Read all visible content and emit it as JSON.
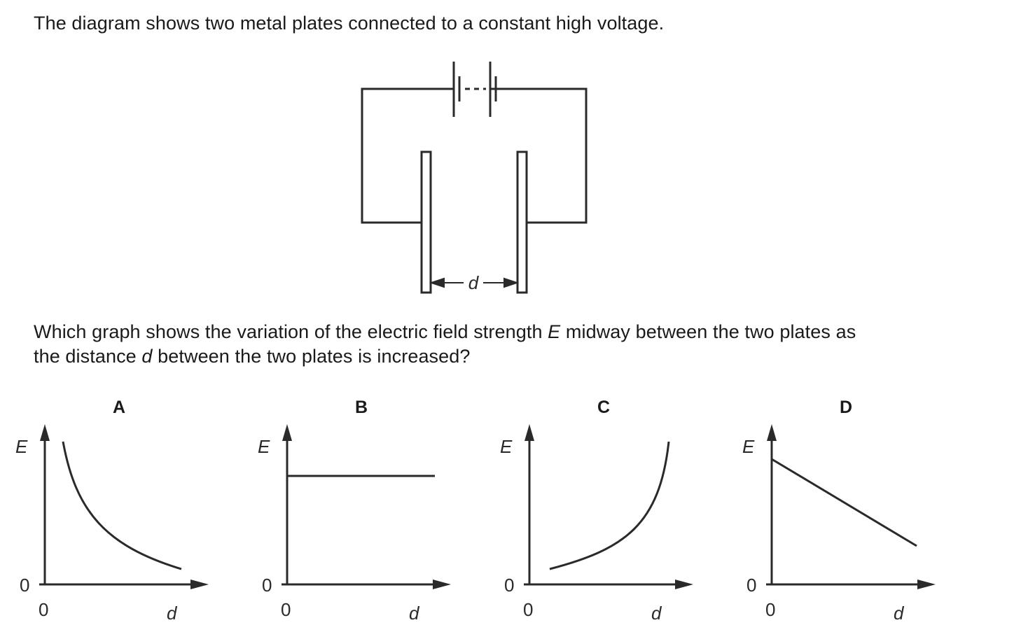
{
  "intro": "The diagram shows two metal plates connected to a constant high voltage.",
  "question": {
    "line1_pre": "Which graph shows the variation of the electric field strength ",
    "line1_var": "E",
    "line1_post": " midway between the two plates as",
    "line2_pre": "the distance ",
    "line2_var": "d",
    "line2_post": " between the two plates is increased?"
  },
  "circuit": {
    "separation_label": "d"
  },
  "graphs": [
    {
      "id": "A",
      "label": "A",
      "y_axis": "E",
      "x_axis": "d",
      "origin_x": "0",
      "origin_y": "0",
      "shape": "decreasing-curve"
    },
    {
      "id": "B",
      "label": "B",
      "y_axis": "E",
      "x_axis": "d",
      "origin_x": "0",
      "origin_y": "0",
      "shape": "constant"
    },
    {
      "id": "C",
      "label": "C",
      "y_axis": "E",
      "x_axis": "d",
      "origin_x": "0",
      "origin_y": "0",
      "shape": "increasing-curve"
    },
    {
      "id": "D",
      "label": "D",
      "y_axis": "E",
      "x_axis": "d",
      "origin_x": "0",
      "origin_y": "0",
      "shape": "decreasing-line"
    }
  ]
}
